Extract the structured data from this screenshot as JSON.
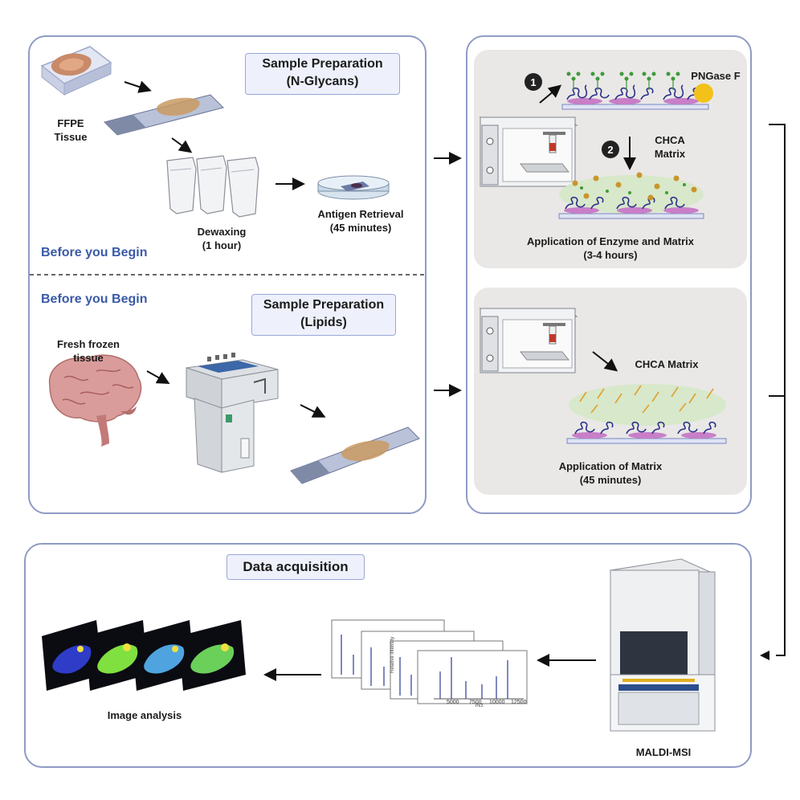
{
  "left_top": {
    "title_line1": "Sample Preparation",
    "title_line2": "(N-Glycans)",
    "ffpe_line1": "FFPE",
    "ffpe_line2": "Tissue",
    "dewaxing_line1": "Dewaxing",
    "dewaxing_line2": "(1 hour)",
    "antigen_line1": "Antigen Retrieval",
    "antigen_line2": "(45 minutes)",
    "before_label": "Before you Begin"
  },
  "left_bottom": {
    "before_label": "Before you Begin",
    "title_line1": "Sample Preparation",
    "title_line2": "(Lipids)",
    "fresh_line1": "Fresh frozen",
    "fresh_line2": "tissue"
  },
  "right_top": {
    "step1": "1",
    "step2": "2",
    "pngase": "PNGase F",
    "chca_line1": "CHCA",
    "chca_line2": "Matrix",
    "caption_line1": "Application of Enzyme and Matrix",
    "caption_line2": "(3-4 hours)"
  },
  "right_bottom": {
    "chca": "CHCA Matrix",
    "caption_line1": "Application of Matrix",
    "caption_line2": "(45 minutes)"
  },
  "bottom": {
    "title": "Data acquisition",
    "image_analysis": "Image analysis",
    "maldi": "MALDI-MSI",
    "spectrum_ylabel": "Relative intensity",
    "spectrum_xlabel": "m/z",
    "spectrum_ticks": [
      "5000",
      "7500",
      "10000",
      "12500"
    ]
  },
  "colors": {
    "panel_border": "#8f9bc4",
    "accent_blue": "#3a5aa8",
    "label_fill": "#eef1fb",
    "inner_panel": "#e9e8e6"
  }
}
